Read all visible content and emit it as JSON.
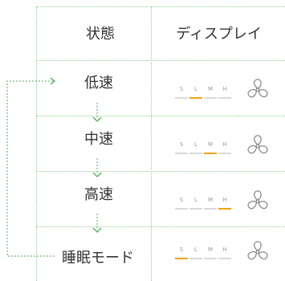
{
  "table": {
    "header_state": "状態",
    "header_display": "ディスプレイ"
  },
  "modes": [
    {
      "name": "低速",
      "active_level": "L"
    },
    {
      "name": "中速",
      "active_level": "M"
    },
    {
      "name": "高速",
      "active_level": "H"
    },
    {
      "name": "睡眠モード",
      "active_level": "S"
    }
  ],
  "display_levels": [
    "S",
    "L",
    "M",
    "H"
  ],
  "icons": {
    "fan": "fan-icon",
    "arrow": "arrow-icon"
  },
  "colors": {
    "grid": "#8fcf9a",
    "arrow": "#4caf50",
    "active": "#f0a30a",
    "inactive_bar": "#d9d9d9",
    "level_label": "#9a9a9a",
    "fan": "#8a8a8a",
    "text": "#333333"
  }
}
